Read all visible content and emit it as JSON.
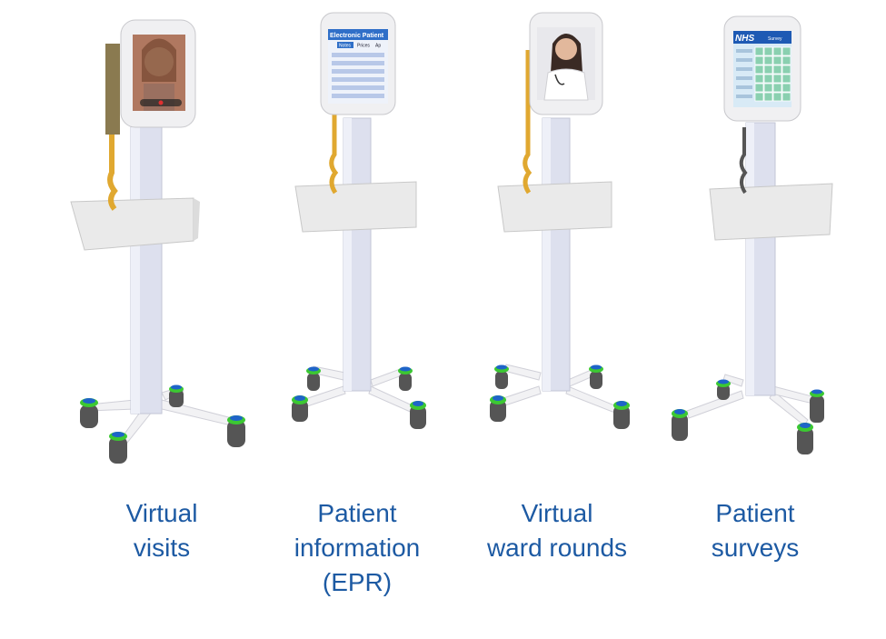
{
  "products": [
    {
      "id": "virtual-visits",
      "caption": [
        "Virtual",
        "visits"
      ],
      "screen": "video-call"
    },
    {
      "id": "patient-information",
      "caption": [
        "Patient",
        "information",
        "(EPR)"
      ],
      "screen": "epr",
      "screen_text": {
        "title": "Electronic Patient",
        "tabs": [
          "Notes",
          "Prices",
          "Ap"
        ]
      }
    },
    {
      "id": "virtual-ward-rounds",
      "caption": [
        "Virtual",
        "ward rounds"
      ],
      "screen": "doctor-call"
    },
    {
      "id": "patient-surveys",
      "caption": [
        "Patient",
        "surveys"
      ],
      "screen": "survey",
      "screen_text": {
        "logo": "NHS",
        "title": "Survey"
      }
    }
  ],
  "colors": {
    "caption": "#1d5aa3",
    "pole": "#dde0ee",
    "wheel_accent_blue": "#1e64c8",
    "wheel_accent_green": "#3cc832",
    "cable": "#e0a830"
  }
}
